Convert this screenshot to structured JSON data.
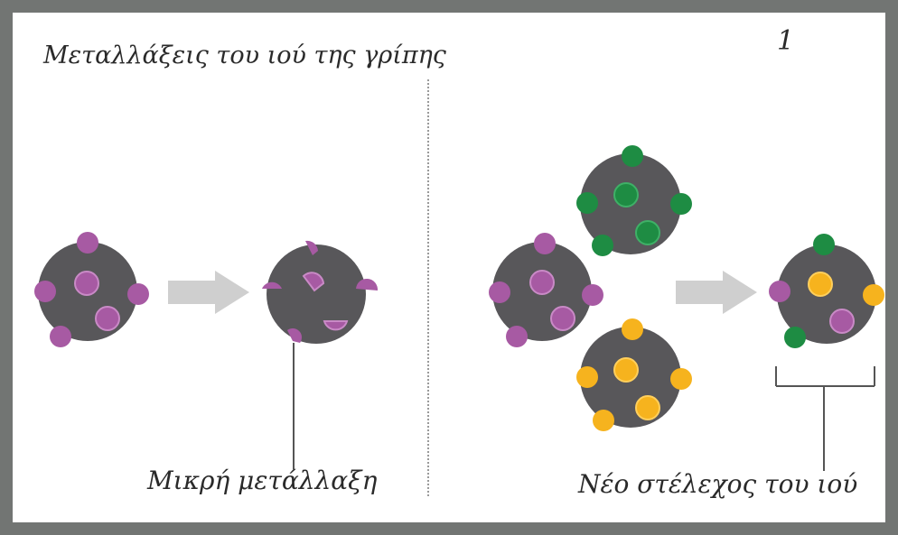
{
  "title": "Μεταλλάξεις του ιού της γρίπης",
  "figure_number": "1",
  "captions": {
    "minor_mutation": "Μικρή μετάλλαξη",
    "new_strain": "Νέο στέλεχος του ιού"
  },
  "colors": {
    "virus_body": "#58575a",
    "purple_antigen": "#a75aa3",
    "green_antigen": "#1e8c43",
    "yellow_antigen": "#f6b31e",
    "arrow": "#cfcfcf"
  }
}
